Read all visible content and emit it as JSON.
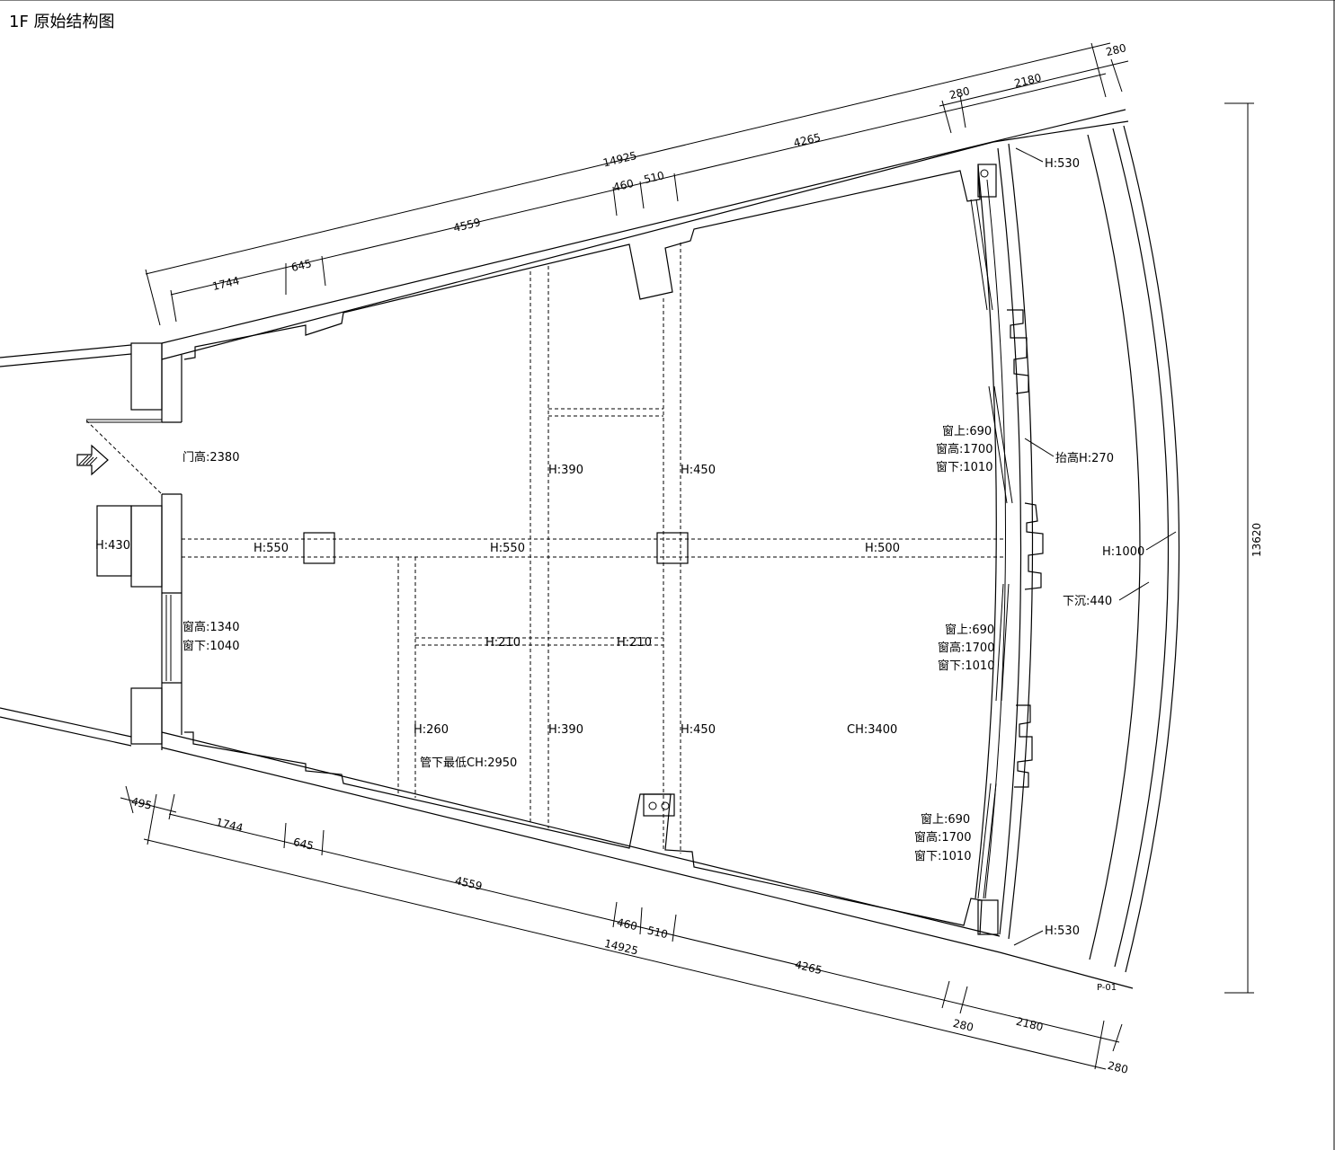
{
  "title": "1F 原始结构图",
  "sheet_no": "P-01",
  "dimensions": {
    "top_total": "14925",
    "top_1744": "1744",
    "top_645": "645",
    "top_4559": "4559",
    "top_460": "460",
    "top_510": "510",
    "top_4265": "4265",
    "top_280a": "280",
    "top_2180": "2180",
    "top_280b": "280",
    "bot_495": "495",
    "bot_1744": "1744",
    "bot_645": "645",
    "bot_4559": "4559",
    "bot_460": "460",
    "bot_510": "510",
    "bot_total": "14925",
    "bot_4265": "4265",
    "bot_280a": "280",
    "bot_2180": "2180",
    "bot_280b": "280",
    "right_total": "13620"
  },
  "labels": {
    "door_height": "门高:2380",
    "h430": "H:430",
    "h550a": "H:550",
    "h550b": "H:550",
    "h500": "H:500",
    "h390a": "H:390",
    "h450a": "H:450",
    "h390b": "H:390",
    "h450b": "H:450",
    "h260": "H:260",
    "h210a": "H:210",
    "h210b": "H:210",
    "ch3400": "CH:3400",
    "pipe_min": "管下最低CH:2950",
    "left_win_high": "窗高:1340",
    "left_win_low": "窗下:1040",
    "w1_top": "窗上:690",
    "w1_high": "窗高:1700",
    "w1_low": "窗下:1010",
    "w2_top": "窗上:690",
    "w2_high": "窗高:1700",
    "w2_low": "窗下:1010",
    "w3_top": "窗上:690",
    "w3_high": "窗高:1700",
    "w3_low": "窗下:1010",
    "raise": "抬高H:270",
    "h1000": "H:1000",
    "sink": "下沉:440",
    "h530a": "H:530",
    "h530b": "H:530"
  }
}
